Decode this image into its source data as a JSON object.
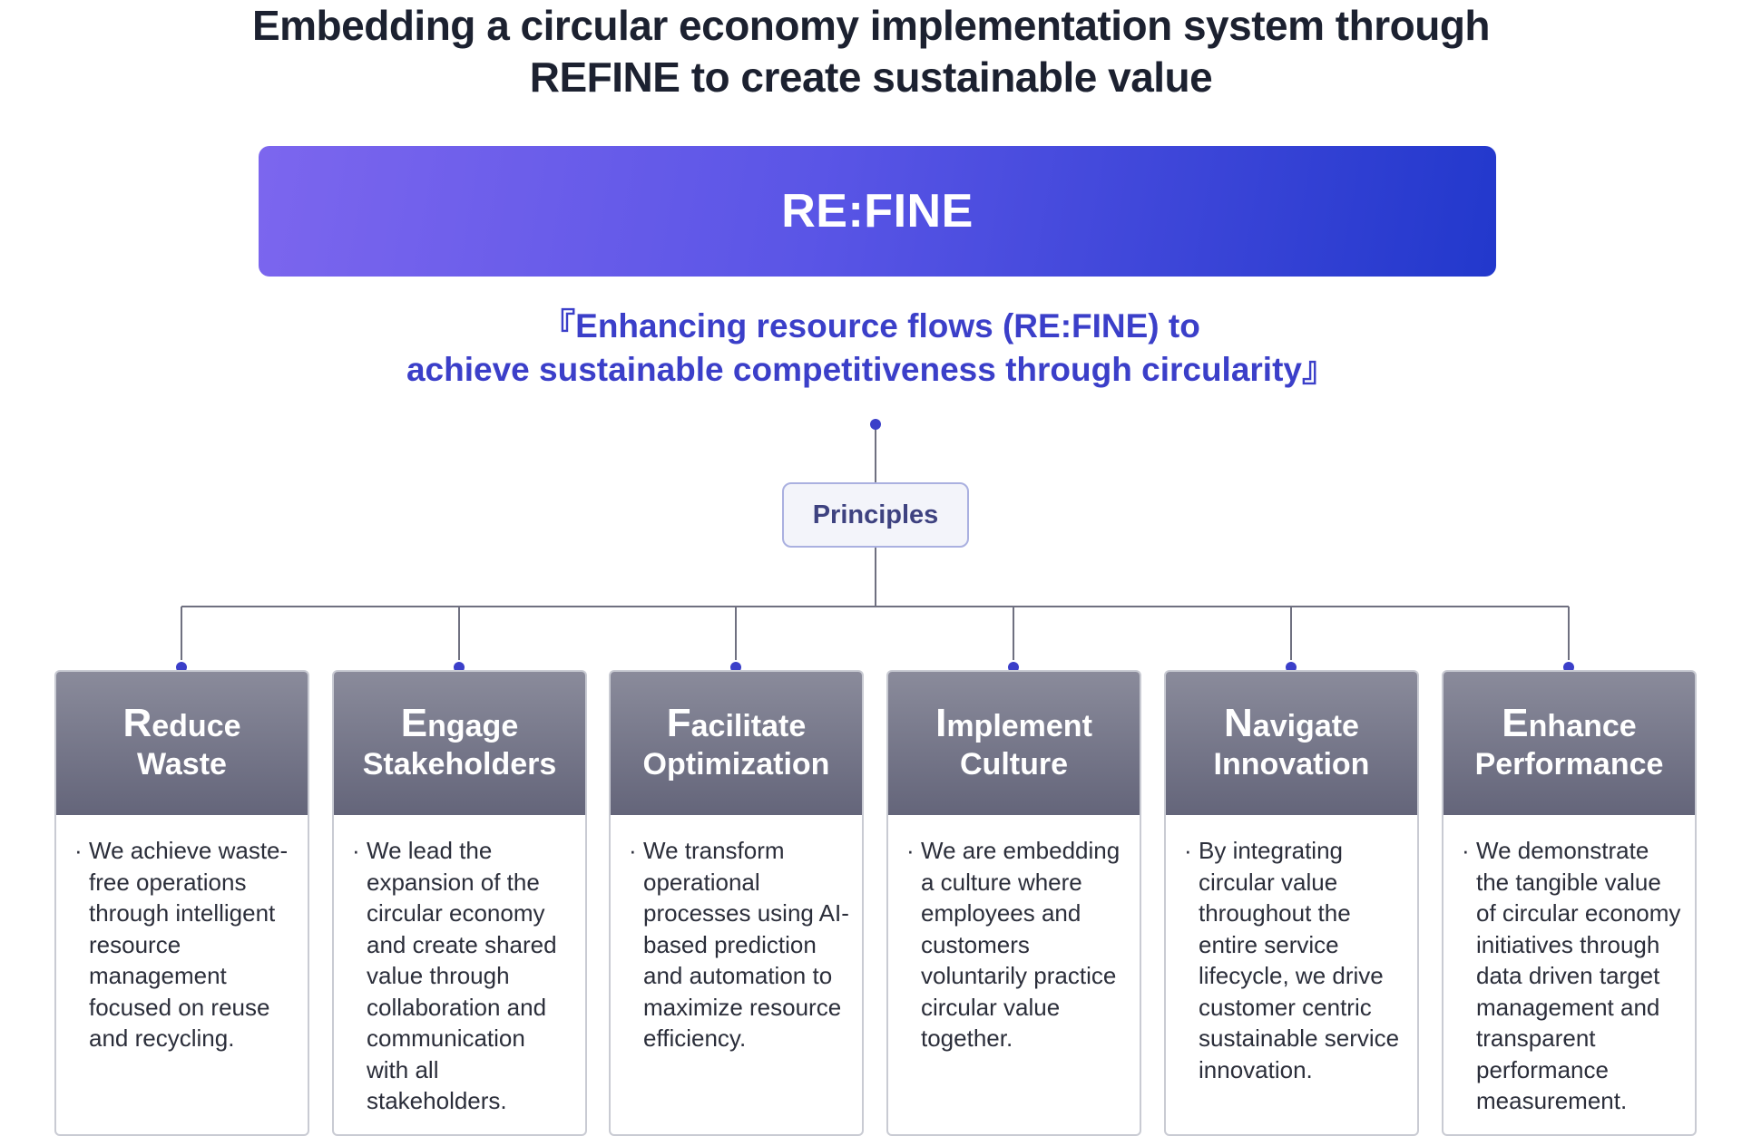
{
  "title": {
    "line1": "Embedding a circular economy implementation system through",
    "line2": "REFINE to create sustainable value"
  },
  "banner": {
    "label": "RE:FINE",
    "gradient": [
      "#7c66ee",
      "#2238cc"
    ]
  },
  "tagline": {
    "line1": "『Enhancing resource flows (RE:FINE) to",
    "line2": "achieve sustainable competitiveness through circularity』"
  },
  "principles": {
    "label": "Principles"
  },
  "colors": {
    "accent": "#3b3fc9",
    "connector": "#6f7080",
    "card_header": "#64657a"
  },
  "cards": [
    {
      "cap1": "R",
      "rest1": "educe",
      "line2": "Waste",
      "bullet": "·",
      "body": "We achieve waste-free operations through intelligent resource management focused on reuse and recycling."
    },
    {
      "cap1": "E",
      "rest1": "ngage",
      "line2": "Stakeholders",
      "bullet": "·",
      "body": "We lead the expansion of the circular economy and create shared value through collaboration and communication with all stakeholders."
    },
    {
      "cap1": "F",
      "rest1": "acilitate",
      "line2": "Optimization",
      "bullet": "·",
      "body": "We transform operational processes using AI-based prediction and automation to maximize resource efficiency."
    },
    {
      "cap1": "I",
      "rest1": "mplement",
      "line2": "Culture",
      "bullet": "·",
      "body": "We are embedding a culture where employees and customers voluntarily practice circular value together."
    },
    {
      "cap1": "N",
      "rest1": "avigate",
      "line2": "Innovation",
      "bullet": "·",
      "body": "By integrating circular value throughout the entire service lifecycle, we drive customer centric sustainable service innovation."
    },
    {
      "cap1": "E",
      "rest1": "nhance",
      "line2": "Performance",
      "bullet": "·",
      "body": "We demonstrate the tangible value of circular economy initiatives through data driven target management and transparent performance measurement."
    }
  ]
}
